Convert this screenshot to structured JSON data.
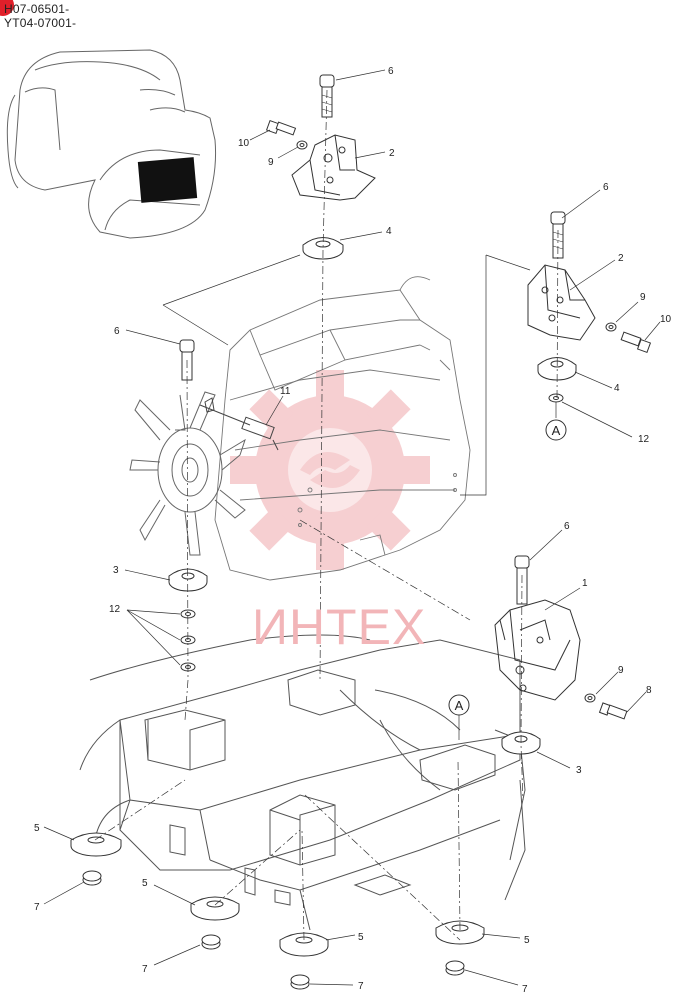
{
  "header": {
    "serial_1": "H07-06501-",
    "serial_2": "YT04-07001-"
  },
  "watermark": {
    "text": "ИНТЕХ",
    "color": "#f2b5b8"
  },
  "accent_color": "#e0202a",
  "callouts": {
    "n1": "1",
    "n2a": "2",
    "n2b": "2",
    "n3a": "3",
    "n3b": "3",
    "n4a": "4",
    "n4b": "4",
    "n5a": "5",
    "n5b": "5",
    "n5c": "5",
    "n5d": "5",
    "n6a": "6",
    "n6b": "6",
    "n6c": "6",
    "n6d": "6",
    "n7a": "7",
    "n7b": "7",
    "n7c": "7",
    "n7d": "7",
    "n8": "8",
    "n9a": "9",
    "n9b": "9",
    "n9c": "9",
    "n10a": "10",
    "n10b": "10",
    "n11": "11",
    "n12a": "12",
    "n12b": "12"
  },
  "reference_marks": {
    "a1": "A",
    "a2": "A"
  }
}
